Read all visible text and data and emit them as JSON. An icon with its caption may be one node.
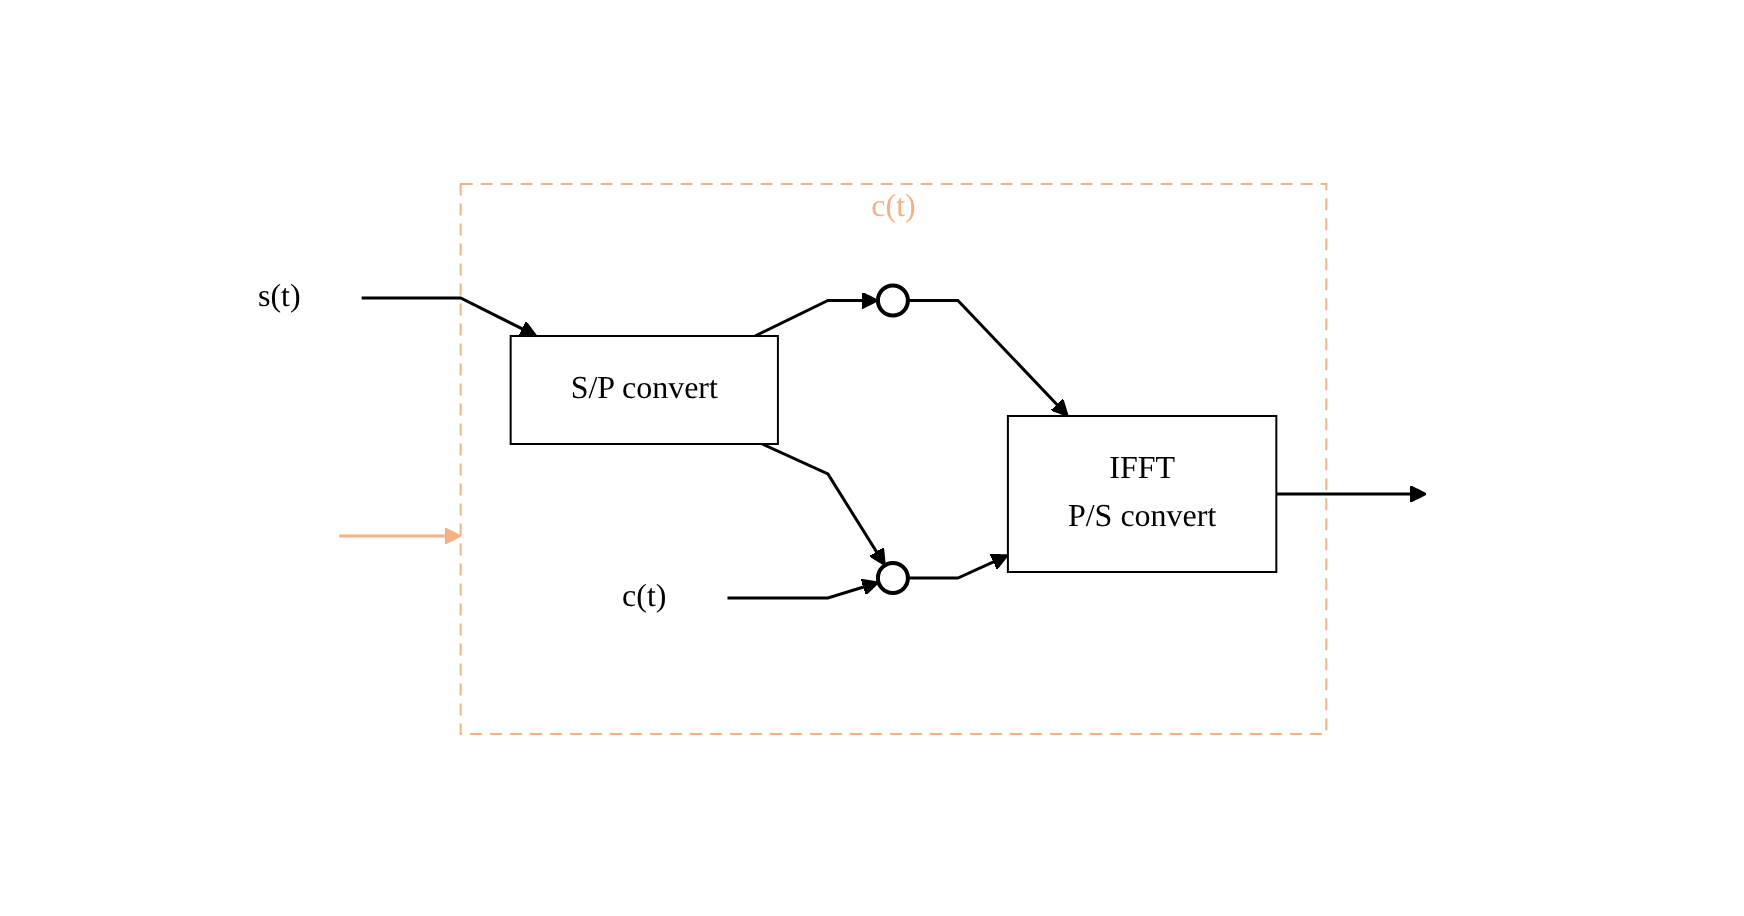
{
  "diagram": {
    "nodes": [
      {
        "text": [
          "c(t)"
        ]
      },
      {
        "text": [
          "s(t)"
        ]
      },
      {
        "text": [
          "S/P convert"
        ],
        "in": 0
      },
      {
        "text": [],
        "shape": "circle",
        "in": 0
      },
      {
        "text": [],
        "shape": "circle",
        "in": 0
      },
      {
        "text": [
          "c(t)"
        ],
        "in": 0
      },
      {
        "text": [
          "IFFT",
          "P/S convert"
        ],
        "in": 0
      }
    ],
    "edges": [
      {
        "from": null,
        "to": 0,
        "arrow": "to",
        "color": "#f4b183"
      },
      {
        "from": 1,
        "to": 2,
        "arrow": "to"
      },
      {
        "from": 2,
        "to": 3,
        "arrow": "to"
      },
      {
        "from": 2,
        "to": 4,
        "arrow": "to"
      },
      {
        "from": 3,
        "to": 6,
        "arrow": "to"
      },
      {
        "from": 4,
        "to": 6,
        "arrow": "to"
      },
      {
        "from": 5,
        "to": 4,
        "arrow": "to"
      },
      {
        "from": 6,
        "to": null,
        "arrow": "to"
      }
    ]
  }
}
